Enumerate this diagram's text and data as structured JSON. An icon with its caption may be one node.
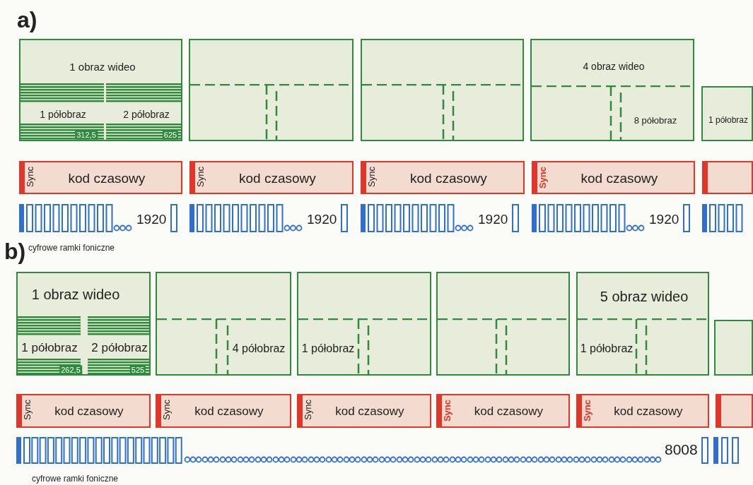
{
  "diagram": {
    "nodes": [
      {
        "text": [
          "1 obraz wideo",
          "1 półobraz",
          "2 półobraz",
          "312,5",
          "625"
        ]
      },
      {
        "text": [],
        "shape": "box"
      },
      {
        "text": [],
        "shape": "box"
      },
      {
        "text": [
          "4 obraz wideo",
          "8 półobraz"
        ]
      },
      {
        "text": [
          "1 półobraz"
        ]
      },
      {
        "text": [
          "Sync",
          "kod czasowy"
        ]
      },
      {
        "text": [
          "Sync",
          "kod czasowy"
        ]
      },
      {
        "text": [
          "Sync",
          "kod czasowy"
        ]
      },
      {
        "text": [
          "Sync",
          "kod czasowy"
        ]
      },
      {
        "text": [],
        "shape": "box"
      },
      {
        "text": [
          "1 obraz wideo",
          "1 półobraz",
          "2 półobraz",
          "262,5",
          "525"
        ]
      },
      {
        "text": [
          "4 półobraz"
        ]
      },
      {
        "text": [
          "1 półobraz"
        ]
      },
      {
        "text": [],
        "shape": "box"
      },
      {
        "text": [
          "5 obraz wideo",
          "1 półobraz"
        ]
      },
      {
        "text": [],
        "shape": "box"
      },
      {
        "text": [
          "Sync",
          "kod czasowy"
        ]
      },
      {
        "text": [
          "Sync",
          "kod czasowy"
        ]
      },
      {
        "text": [
          "Sync",
          "kod czasowy"
        ]
      },
      {
        "text": [
          "Sync",
          "kod czasowy"
        ]
      },
      {
        "text": [
          "Sync",
          "kod czasowy"
        ]
      },
      {
        "text": [],
        "shape": "box"
      }
    ],
    "labels": [
      "a)",
      "1920",
      "1920",
      "1920",
      "1920",
      "cyfrowe ramki foniczne",
      "b)",
      "8008",
      "cyfrowe ramki foniczne"
    ]
  }
}
